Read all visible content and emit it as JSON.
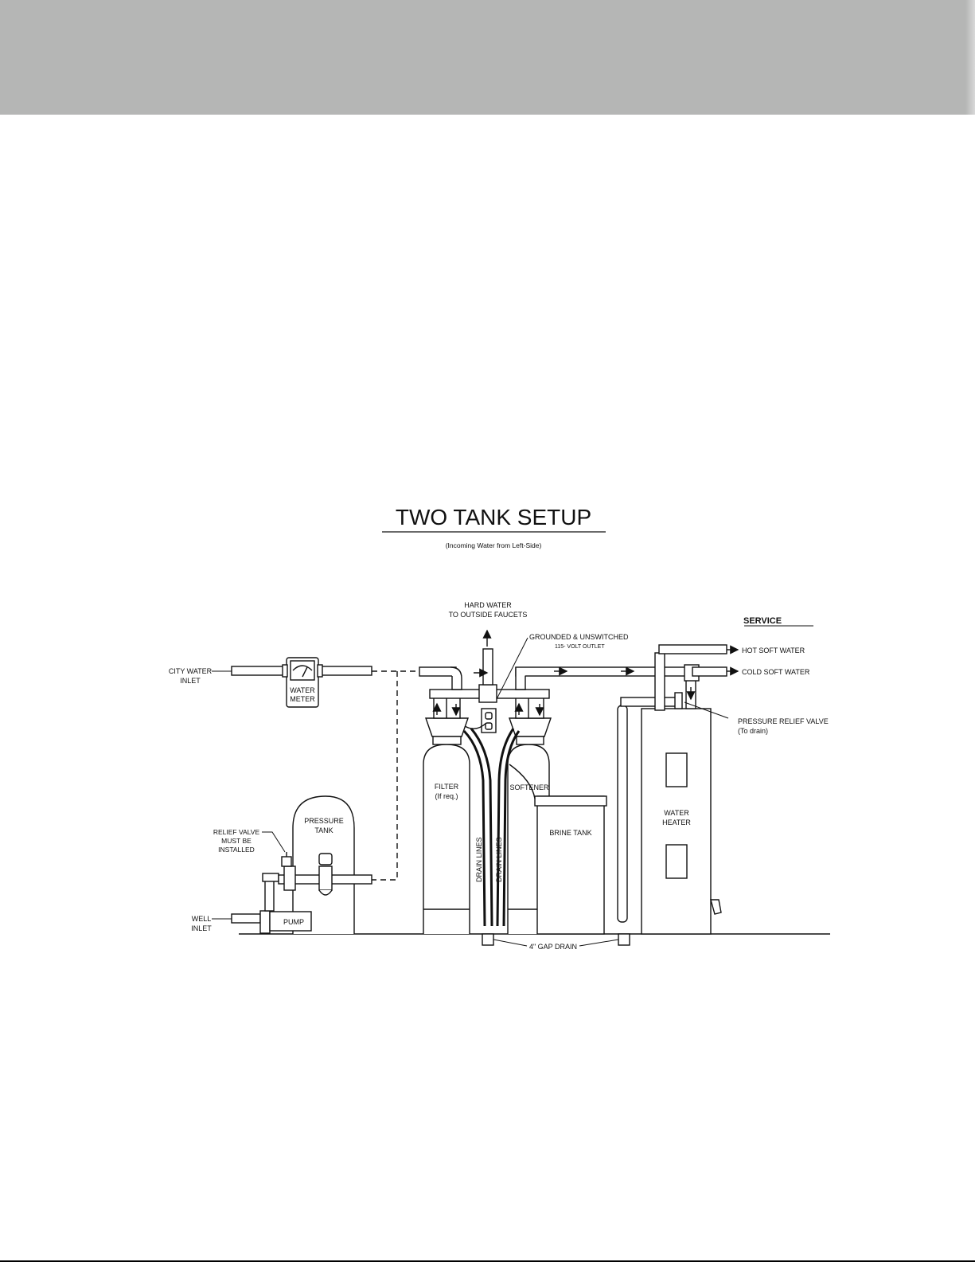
{
  "title": "TWO  TANK  SETUP",
  "subtitle": "(Incoming Water from Left-Side)",
  "labels": {
    "hard_water_1": "HARD WATER",
    "hard_water_2": "TO OUTSIDE FAUCETS",
    "outlet_1": "GROUNDED & UNSWITCHED",
    "outlet_2": "115- VOLT OUTLET",
    "service": "SERVICE",
    "hot_soft": "HOT SOFT WATER",
    "cold_soft": "COLD SOFT WATER",
    "prv_1": "PRESSURE RELIEF VALVE",
    "prv_2": "(To drain)",
    "city_1": "CITY WATER",
    "city_2": "INLET",
    "meter_1": "WATER",
    "meter_2": "METER",
    "filter_1": "FILTER",
    "filter_2": "(If req.)",
    "softener": "SOFTENER",
    "brine": "BRINE TANK",
    "heater_1": "WATER",
    "heater_2": "HEATER",
    "pressure_1": "PRESSURE",
    "pressure_2": "TANK",
    "relief_1": "RELIEF VALVE",
    "relief_2": "MUST BE",
    "relief_3": "INSTALLED",
    "well_1": "WELL",
    "well_2": "INLET",
    "pump": "PUMP",
    "drain_lines": "DRAIN LINES",
    "gap_drain": "4\" GAP DRAIN"
  }
}
